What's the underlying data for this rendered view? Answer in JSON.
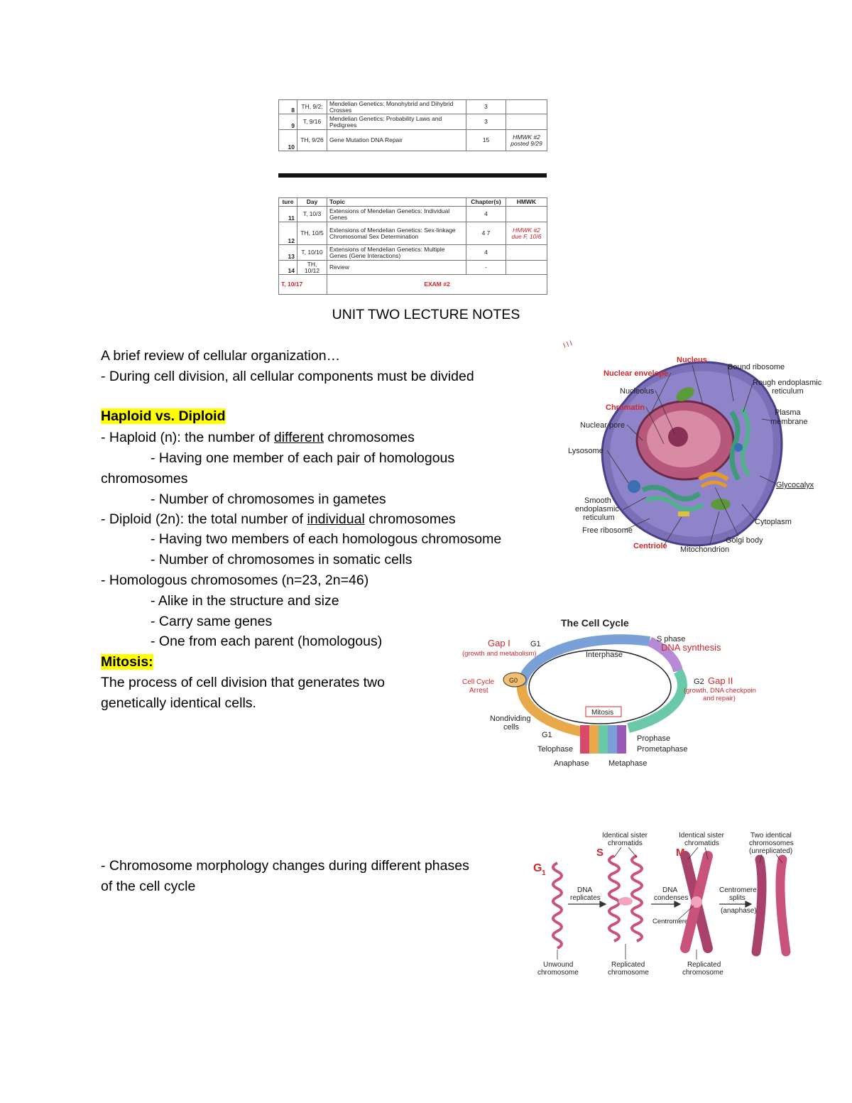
{
  "schedule_top": {
    "rows": [
      {
        "num": "8",
        "day": "TH, 9/2:",
        "topic": "Mendelian Genetics: Monohybrid and Dihybrid Crosses",
        "chapter": "3",
        "hmwk": ""
      },
      {
        "num": "9",
        "day": "T, 9/16",
        "topic": "Mendelian Genetics: Probability Laws and Pedigrees",
        "chapter": "3",
        "hmwk": ""
      },
      {
        "num": "10",
        "day": "TH, 9/26",
        "topic": "Gene Mutation DNA Repair",
        "chapter": "15",
        "hmwk": "HMWK #2 posted 9/29"
      }
    ]
  },
  "schedule_bottom": {
    "headers": [
      "ture",
      "Day",
      "Topic",
      "Chapter(s)",
      "HMWK"
    ],
    "rows": [
      {
        "num": "11",
        "day": "T, 10/3",
        "topic": "Extensions of Mendelian Genetics: Individual Genes",
        "chapter": "4",
        "hmwk": ""
      },
      {
        "num": "12",
        "day": "TH, 10/5",
        "topic": "Extensions of Mendelian Genetics: Sex-linkage Chromosomal Sex Determination",
        "chapter": "4 7",
        "hmwk": "HMWK #2 due F, 10/6"
      },
      {
        "num": "13",
        "day": "T, 10/10",
        "topic": "Extensions of Mendelian Genetics: Multiple Genes (Gene Interactions)",
        "chapter": "4",
        "hmwk": ""
      },
      {
        "num": "14",
        "day": "TH, 10/12",
        "topic": "Review",
        "chapter": "-",
        "hmwk": ""
      }
    ],
    "exam_day": "T, 10/17",
    "exam_label": "EXAM #2"
  },
  "heading": "UNIT TWO LECTURE NOTES",
  "notes": {
    "intro": "A brief review of cellular organization…",
    "intro_point": "- During cell division, all cellular components must be divided",
    "haploid_title": "Haploid vs. Diploid",
    "haploid_pre": "- Haploid (n): the number of ",
    "haploid_u": "different",
    "haploid_post": " chromosomes",
    "haploid_sub1a": "- Having one member of each pair of homologous",
    "haploid_sub1b": "chromosomes",
    "haploid_sub2": "- Number of chromosomes in gametes",
    "diploid_pre": "- Diploid (2n): the total number of ",
    "diploid_u": "individual",
    "diploid_post": " chromosomes",
    "diploid_sub1": "- Having two members of each homologous chromosome",
    "diploid_sub2": "- Number of chromosomes in somatic cells",
    "homo": "- Homologous chromosomes (n=23, 2n=46)",
    "homo_sub1": "- Alike in the structure and size",
    "homo_sub2": "- Carry same genes",
    "homo_sub3": "- One from each parent (homologous)",
    "mitosis_title": "Mitosis:",
    "mitosis_l1": "The process of cell division that generates two",
    "mitosis_l2": "genetically identical cells.",
    "morph_l1": "- Chromosome morphology changes during different phases",
    "morph_l2": "of the cell cycle"
  },
  "cell_figure": {
    "labels": {
      "nucleus": "Nucleus",
      "nuclear_envelope": "Nuclear envelope",
      "nucleolus": "Nucleolus",
      "chromatin": "Chromatin",
      "nuclear_pore": "Nuclear pore",
      "lysosome": "Lysosome",
      "smooth1": "Smooth",
      "smooth2": "endoplasmic",
      "smooth3": "reticulum",
      "free_ribosome": "Free ribosome",
      "centriole": "Centriole",
      "mitochondrion": "Mitochondrion",
      "golgi": "Golgi body",
      "cytoplasm": "Cytoplasm",
      "glycocalyx": "Glycocalyx",
      "plasma1": "Plasma",
      "plasma2": "membrane",
      "rough1": "Rough endoplasmic",
      "rough2": "reticulum",
      "bound_ribosome": "Bound ribosome"
    },
    "colors": {
      "cytoplasm": "#7b6fb8",
      "nucleus": "#c56a8a",
      "er": "#3f9a7a",
      "golgi": "#e59a2a"
    }
  },
  "cycle_figure": {
    "title": "The Cell Cycle",
    "gap1": "Gap I",
    "gap1_sub": "(growth and metabolism)",
    "g1_top": "G1",
    "sphase": "S phase",
    "dna_synthesis": "DNA synthesis",
    "interphase": "Interphase",
    "g2": "G2",
    "gap2": "Gap II",
    "gap2_sub1": "(growth, DNA checkpoint,",
    "gap2_sub2": "and repair)",
    "arrest1": "Cell Cycle",
    "arrest2": "Arrest",
    "g0": "G0",
    "mitosis": "Mitosis",
    "nondiv1": "Nondividing",
    "nondiv2": "cells",
    "g1_bottom": "G1",
    "prophase": "Prophase",
    "prometaphase": "Prometaphase",
    "telophase": "Telophase",
    "anaphase": "Anaphase",
    "metaphase": "Metaphase"
  },
  "chromo_figure": {
    "g1": "G",
    "g1_sub": "1",
    "s": "S",
    "m": "M",
    "sister1a": "Identical sister",
    "sister1b": "chromatids",
    "sister2a": "Identical sister",
    "sister2b": "chromatids",
    "two1": "Two identical",
    "two2": "chromosomes",
    "two3": "(unreplicated)",
    "dna_rep1": "DNA",
    "dna_rep2": "replicates",
    "dna_cond1": "DNA",
    "dna_cond2": "condenses",
    "centromere_split1": "Centromere",
    "centromere_split2": "splits",
    "centromere_split3": "(anaphase)",
    "centromere": "Centromere",
    "unwound1": "Unwound",
    "unwound2": "chromosome",
    "replicated1": "Replicated",
    "replicated2": "chromosome",
    "replicated3": "Replicated",
    "replicated4": "chromosome"
  }
}
